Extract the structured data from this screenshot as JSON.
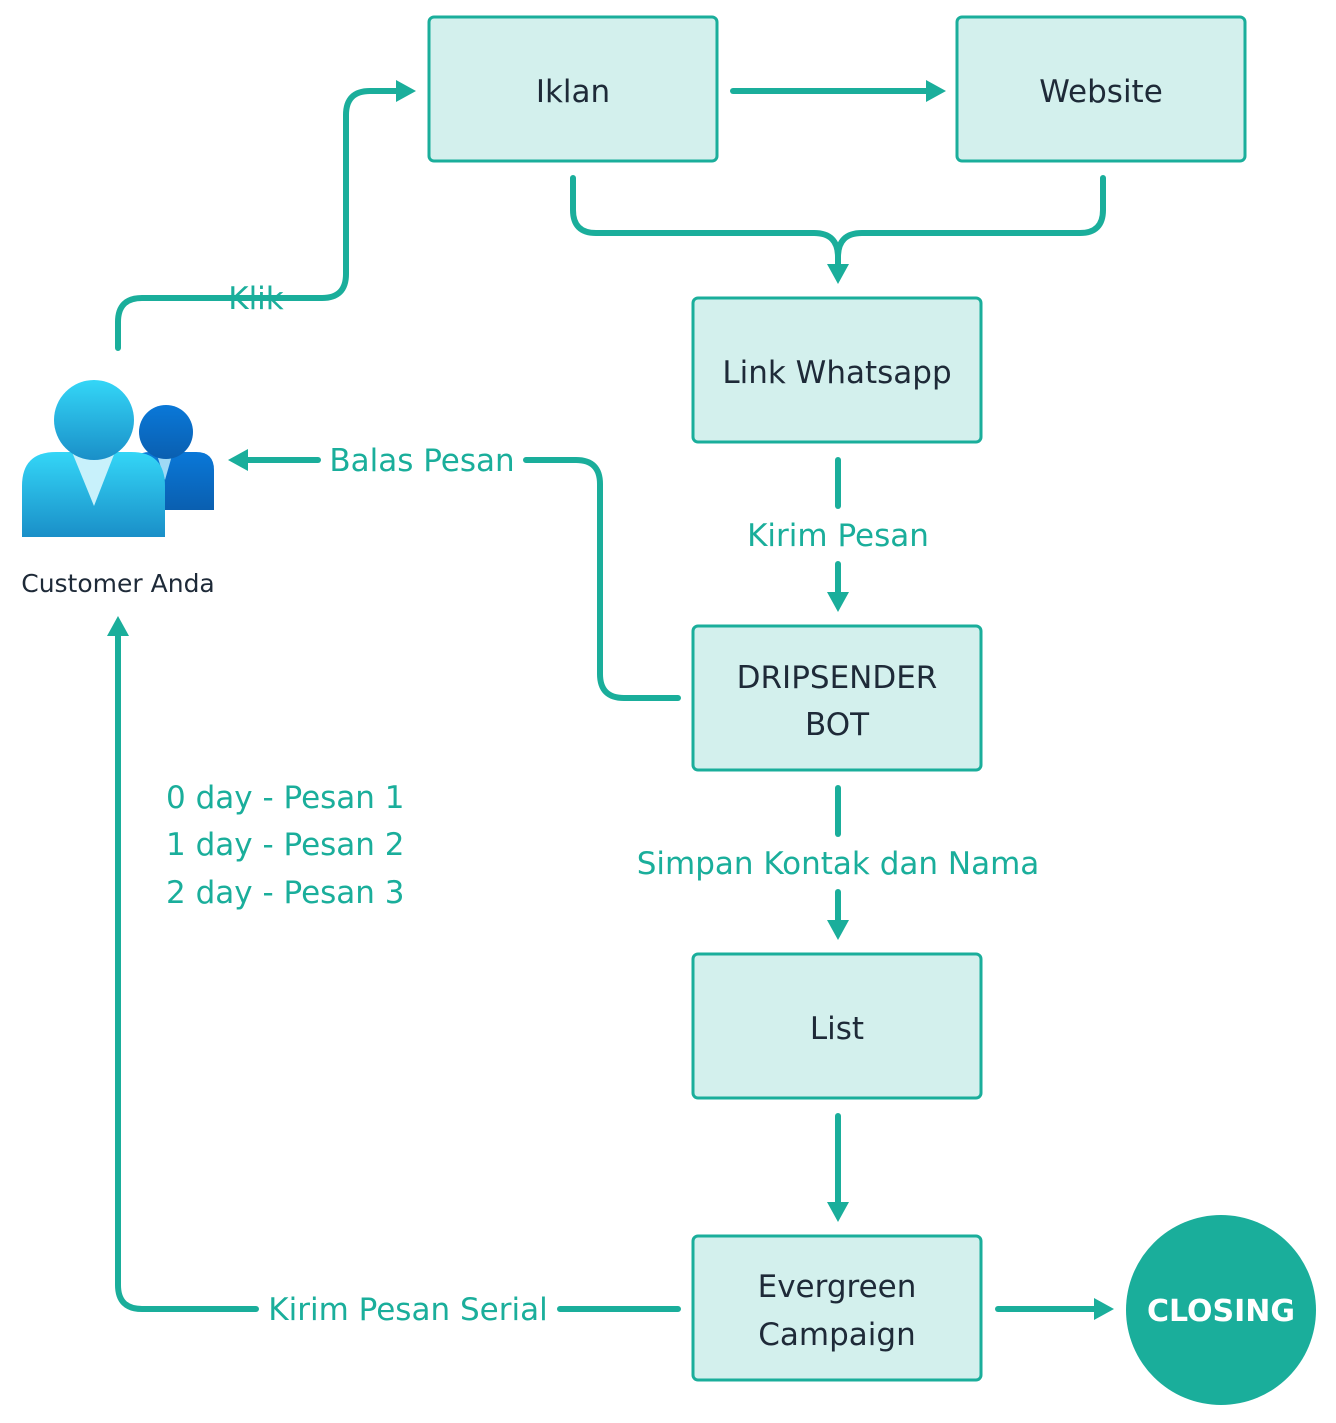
{
  "nodes": {
    "iklan": "Iklan",
    "website": "Website",
    "link_whatsapp": "Link Whatsapp",
    "dripsender_bot": [
      "DRIPSENDER",
      "BOT"
    ],
    "list": "List",
    "evergreen_campaign": [
      "Evergreen",
      "Campaign"
    ],
    "closing": "CLOSING"
  },
  "customer": {
    "caption": "Customer Anda",
    "icon": "users-icon"
  },
  "edge_labels": {
    "klik": "Klik",
    "balas_pesan": "Balas Pesan",
    "kirim_pesan": "Kirim Pesan",
    "simpan_kontak": "Simpan Kontak dan Nama",
    "kirim_pesan_serial": "Kirim Pesan Serial"
  },
  "schedule": [
    "0 day - Pesan 1",
    "1 day - Pesan 2",
    "2 day - Pesan 3"
  ],
  "colors": {
    "accent": "#1aae9b",
    "node_fill": "#d3f0ed",
    "text_dark": "#1e2a38",
    "closing_text": "#ffffff"
  }
}
